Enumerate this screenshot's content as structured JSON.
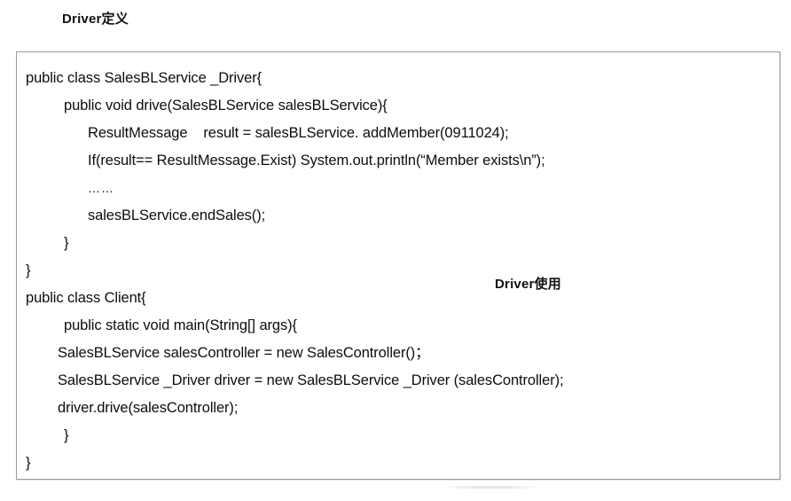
{
  "slide": {
    "title_annotation_1": "Driver定义",
    "title_annotation_2": "Driver使用",
    "clipped_header_text": "……………………………………………",
    "box_border_color": "#9a9a9a",
    "text_color": "#0d0d0d",
    "background_color": "#ffffff"
  },
  "code": {
    "lines": [
      {
        "text": "public class SalesBLService _Driver{",
        "indent": "ind0"
      },
      {
        "text": "public void drive(SalesBLService salesBLService){",
        "indent": "ind1"
      },
      {
        "text": "ResultMessage    result = salesBLService. addMember(0911024);",
        "indent": "ind2"
      },
      {
        "text": "If(result== ResultMessage.Exist) System.out.println(“Member exists\\n”);",
        "indent": "ind2"
      },
      {
        "text": "……",
        "indent": "ind2"
      },
      {
        "text": "salesBLService.endSales();",
        "indent": "ind2"
      },
      {
        "text": "}",
        "indent": "ind1"
      },
      {
        "text": "}",
        "indent": "ind0"
      },
      {
        "text": "public class Client{",
        "indent": "ind0"
      },
      {
        "text": "public static void main(String[] args){",
        "indent": "ind1"
      },
      {
        "text": "SalesBLService salesController = new SalesController()；",
        "indent": "ind-c1"
      },
      {
        "text": "SalesBLService _Driver driver = new SalesBLService _Driver (salesController);",
        "indent": "ind-c1"
      },
      {
        "text": "driver.drive(salesController);",
        "indent": "ind-c1"
      },
      {
        "text": "}",
        "indent": "ind1"
      },
      {
        "text": "}",
        "indent": "ind0"
      }
    ]
  }
}
